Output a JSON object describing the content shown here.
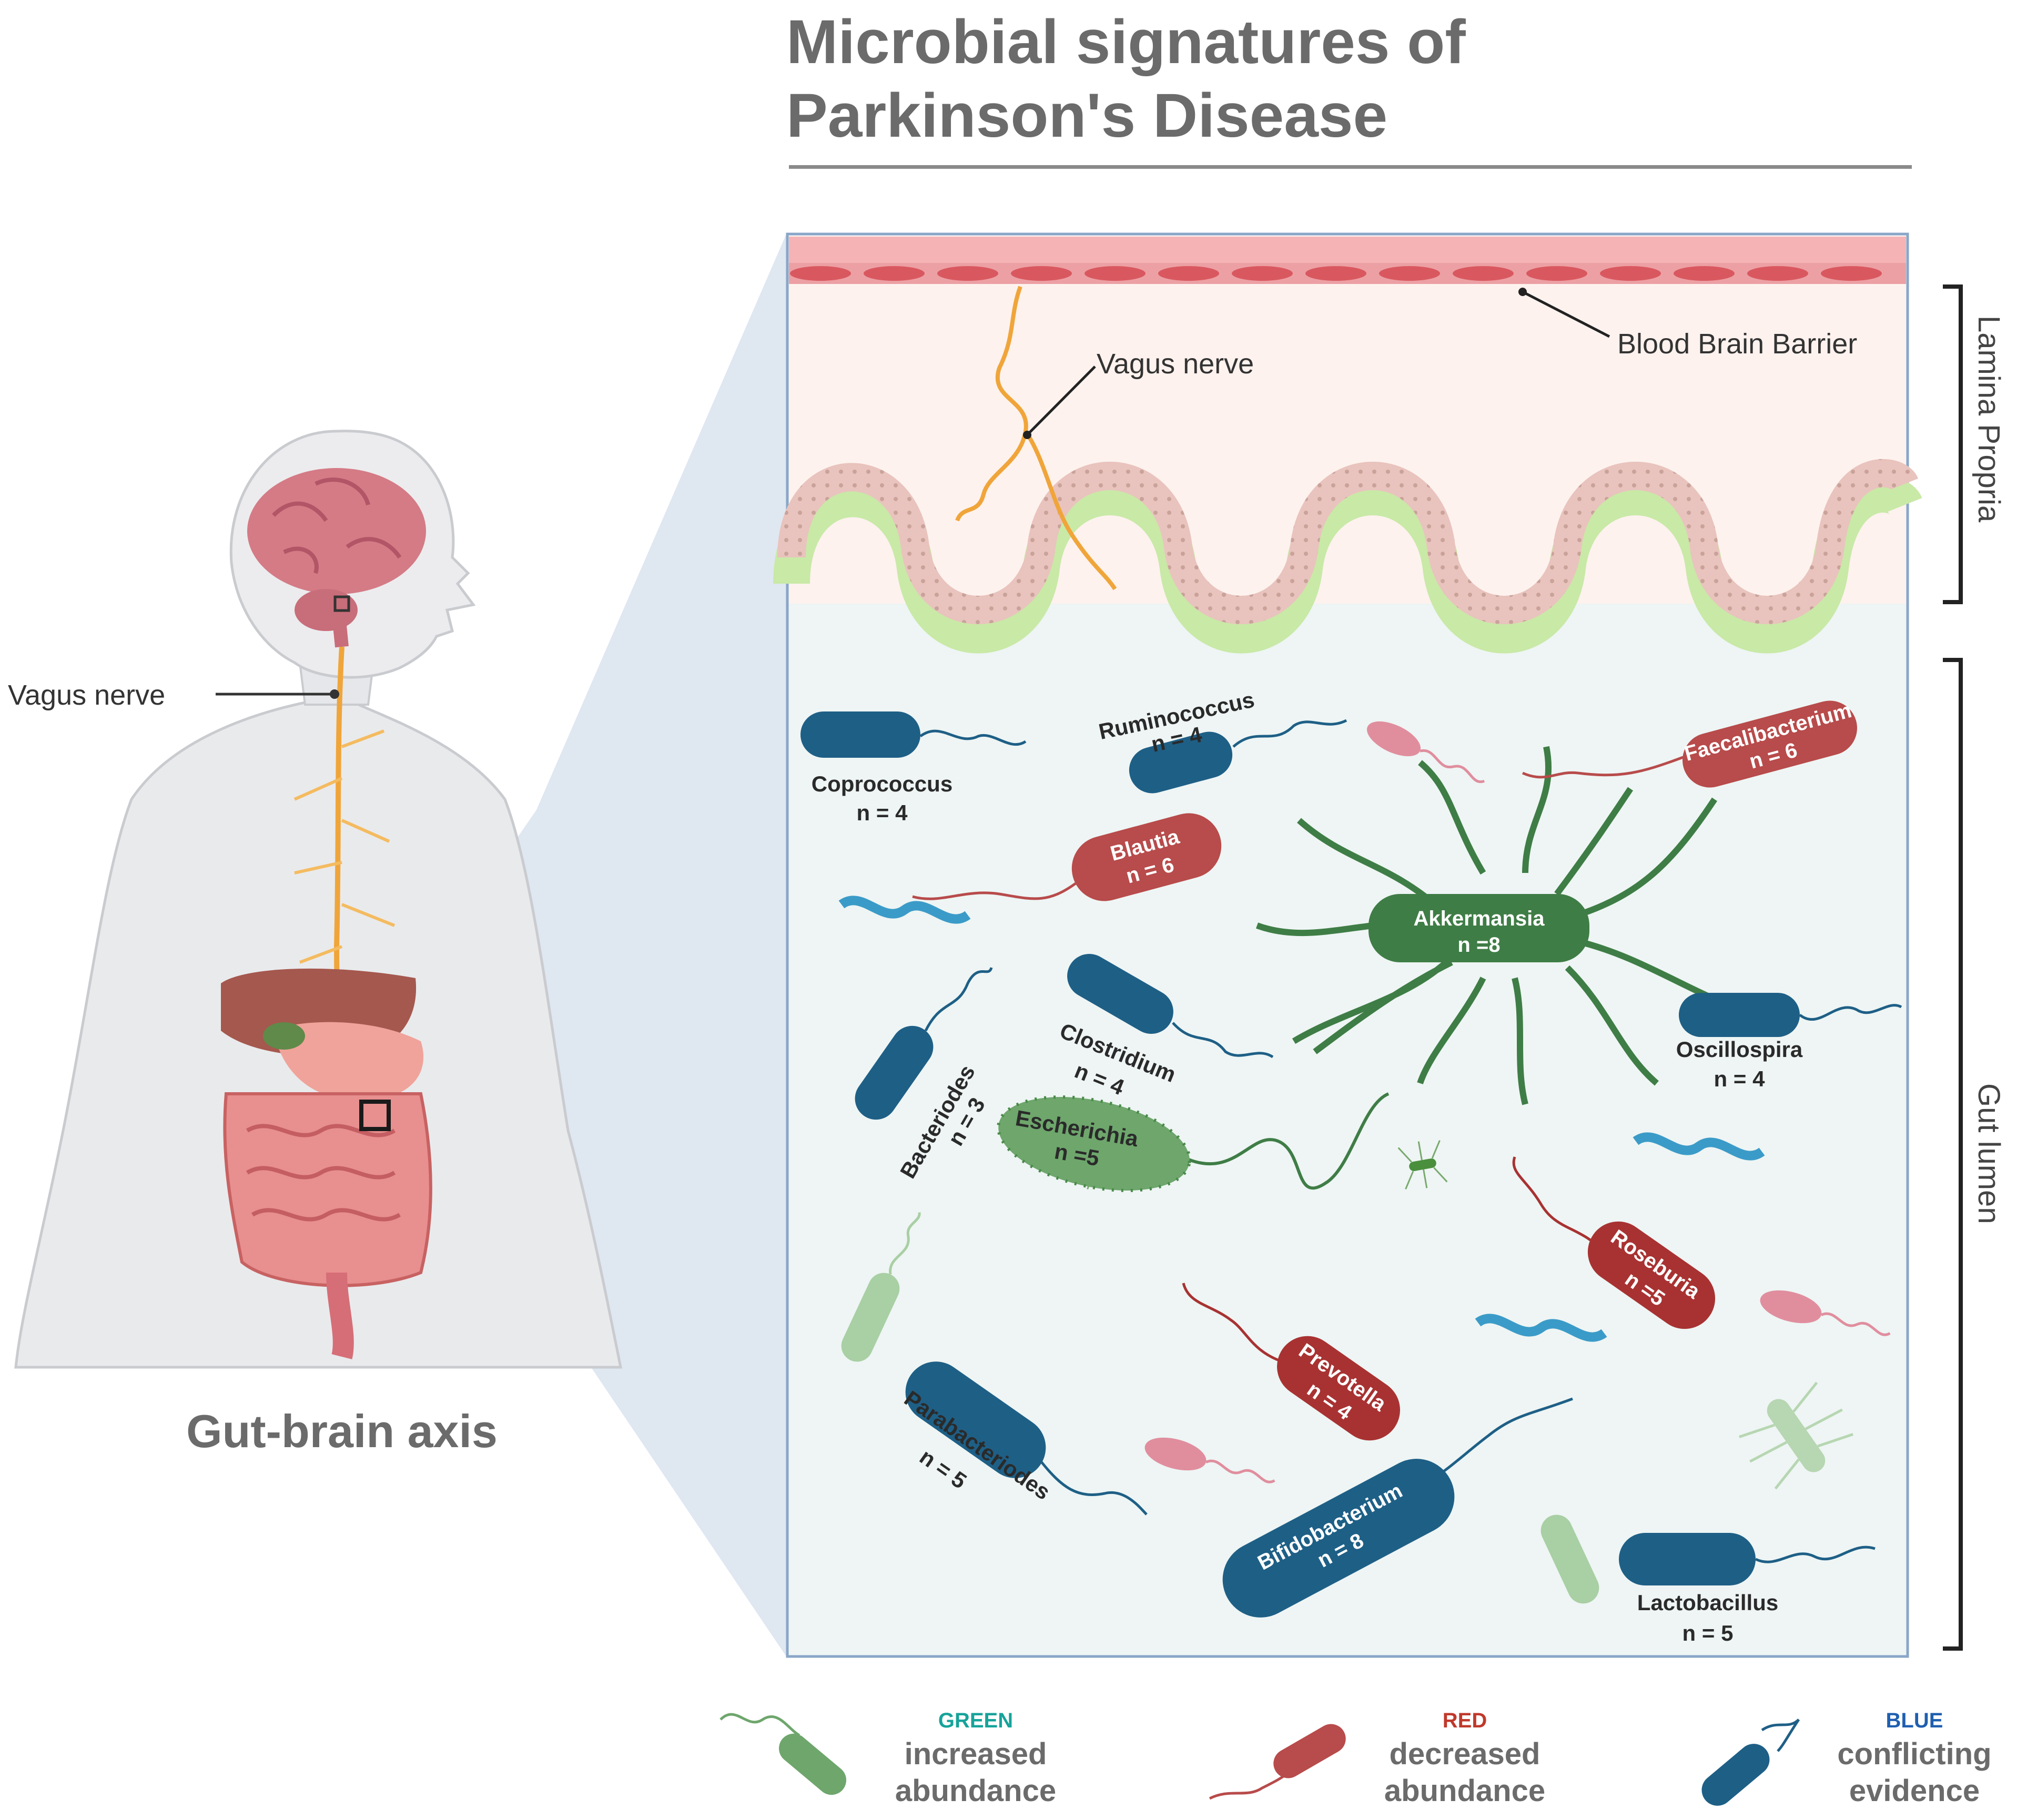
{
  "title_line1": "Microbial signatures of",
  "title_line2": "Parkinson's Disease",
  "left_panel": {
    "vagus_label": "Vagus nerve",
    "caption": "Gut-brain axis"
  },
  "inset": {
    "vagus_label": "Vagus nerve",
    "bbb_label": "Blood Brain Barrier",
    "region_top": "Lamina Propria",
    "region_bottom": "Gut lumen"
  },
  "bacteria": {
    "coprococcus": {
      "name": "Coprococcus",
      "count": "n = 4",
      "color": "#1e5f86"
    },
    "ruminococcus": {
      "name": "Ruminococcus",
      "count": "n = 4",
      "color": "#1e5f86"
    },
    "faecalibacterium": {
      "name": "Faecalibacterium",
      "count": "n = 6",
      "color": "#b84b4b"
    },
    "blautia": {
      "name": "Blautia",
      "count": "n = 6",
      "color": "#b84b4b"
    },
    "akkermansia": {
      "name": "Akkermansia",
      "count": "n =8",
      "color": "#3f7d46"
    },
    "clostridium": {
      "name": "Clostridium",
      "count": "n = 4",
      "color": "#1e5f86"
    },
    "bacteriodes": {
      "name": "Bacteriodes",
      "count": "n = 3",
      "color": "#1e5f86"
    },
    "oscillospira": {
      "name": "Oscillospira",
      "count": "n = 4",
      "color": "#1e5f86"
    },
    "escherichia": {
      "name": "Escherichia",
      "count": "n =5",
      "color": "#6ea66c"
    },
    "roseburia": {
      "name": "Roseburia",
      "count": "n =5",
      "color": "#a83232"
    },
    "prevotella": {
      "name": "Prevotella",
      "count": "n = 4",
      "color": "#a83232"
    },
    "parabacteriodes": {
      "name": "Parabacteriodes",
      "count": "n = 5",
      "color": "#1e5f86"
    },
    "bifidobacterium": {
      "name": "Bifidobacterium",
      "count": "n = 8",
      "color": "#1e5f86"
    },
    "lactobacillus": {
      "name": "Lactobacillus",
      "count": "n = 5",
      "color": "#1e5f86"
    }
  },
  "legend": {
    "green": {
      "head": "GREEN",
      "line1": "increased",
      "line2": "abundance",
      "color": "#16a39a"
    },
    "red": {
      "head": "RED",
      "line1": "decreased",
      "line2": "abundance",
      "color": "#c0392b"
    },
    "blue": {
      "head": "BLUE",
      "line1": "conflicting",
      "line2": "evidence",
      "color": "#1f5fb0"
    }
  }
}
